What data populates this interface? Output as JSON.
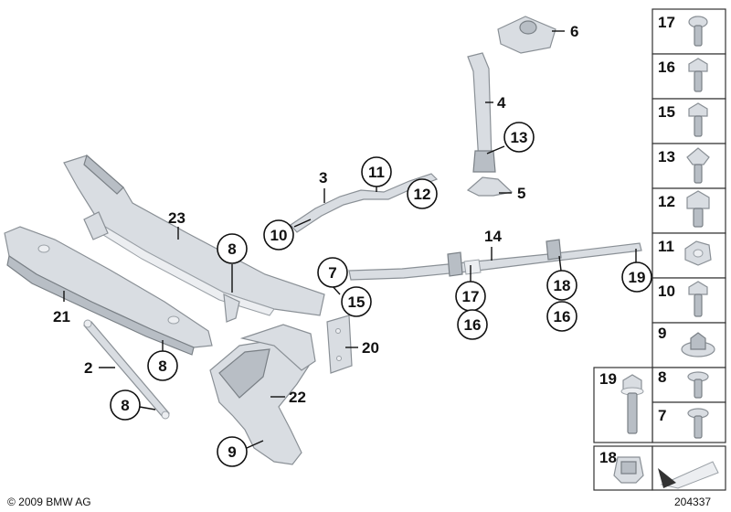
{
  "callouts": {
    "c1": "6",
    "c2": "4",
    "c3": "13",
    "c4": "5",
    "c5": "3",
    "c6": "11",
    "c7": "12",
    "c8": "10",
    "c9": "23",
    "c10": "8",
    "c11": "14",
    "c12": "7",
    "c13": "15",
    "c14": "17",
    "c15": "16",
    "c16": "18",
    "c17": "16",
    "c18": "19",
    "c19": "21",
    "c20": "8",
    "c21": "2",
    "c22": "8",
    "c23": "20",
    "c24": "22",
    "c25": "9"
  },
  "sidebar": {
    "items": [
      "17",
      "16",
      "15",
      "13",
      "12",
      "11",
      "10",
      "9",
      "8",
      "7"
    ],
    "bottom": {
      "wide": "19",
      "small": "18"
    }
  },
  "footer": {
    "copyright": "© 2009 BMW AG",
    "ref": "204337"
  }
}
